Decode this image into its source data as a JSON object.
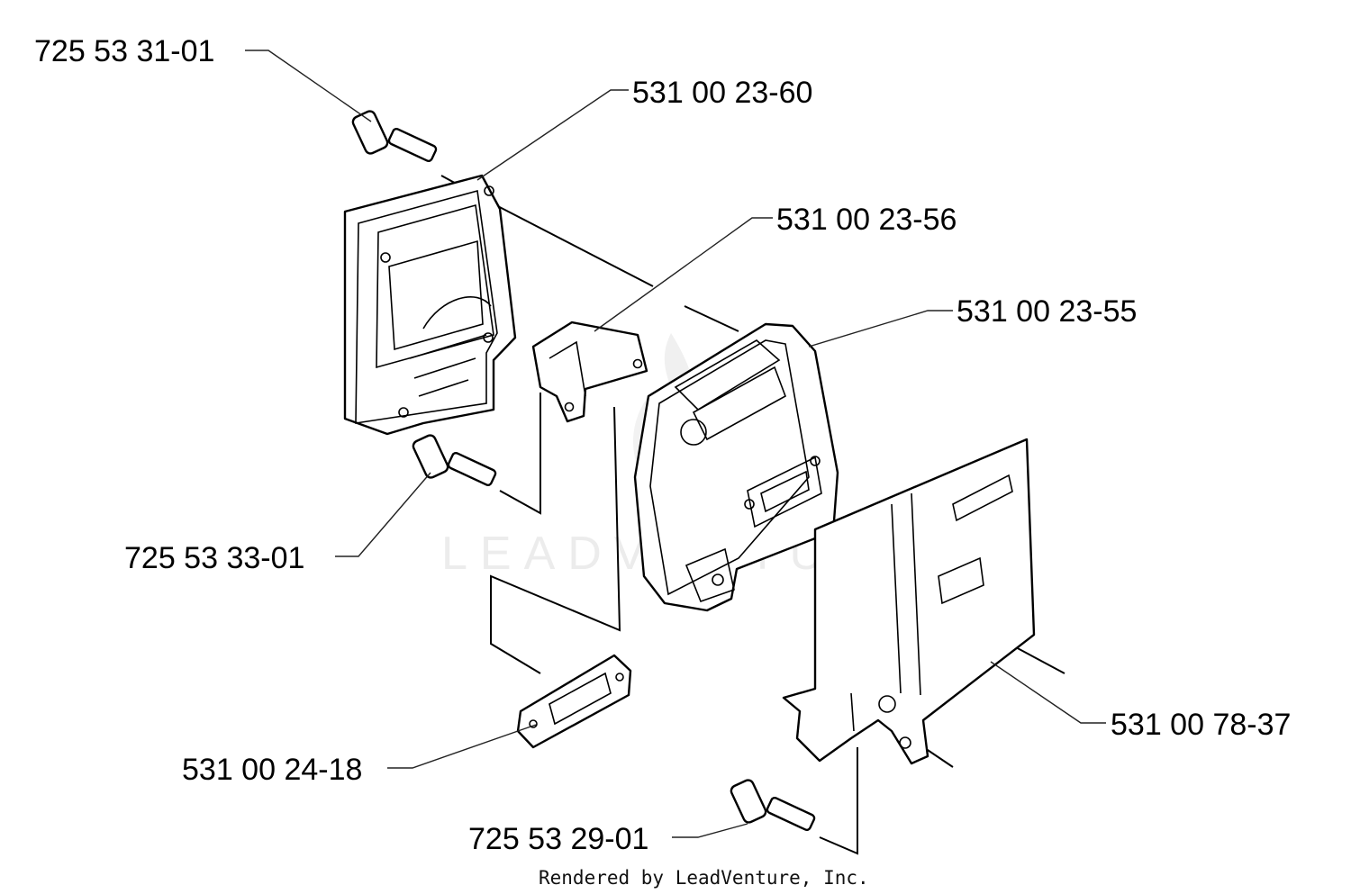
{
  "watermark": "LEADVENTURE",
  "credit": "Rendered by LeadVenture, Inc.",
  "parts": {
    "screw_top": "725 53 31-01",
    "cover_plate": "531 00 23-60",
    "bracket": "531 00 23-56",
    "muffler": "531 00 23-55",
    "screw_middle": "725 53 33-01",
    "heat_shield": "531 00 78-37",
    "gasket": "531 00 24-18",
    "screw_bottom": "725 53 29-01"
  }
}
